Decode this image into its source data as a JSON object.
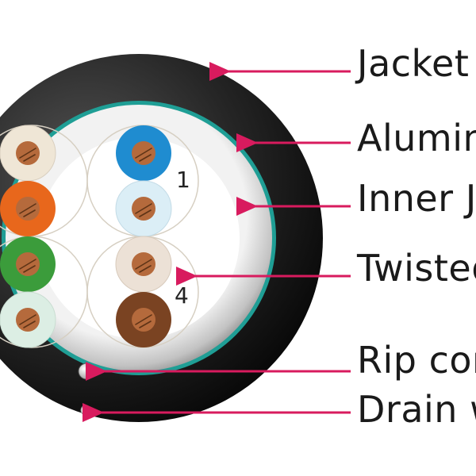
{
  "labels": {
    "jacket": "Jacket",
    "aluminum_shield": "Alumin",
    "inner_jacket": "Inner J",
    "twisted_pairs": "Twisted",
    "rip_cord": "Rip cor",
    "drain_wire": "Drain w"
  },
  "pair_numbers": {
    "pair_1": "1",
    "pair_4": "4"
  },
  "colors": {
    "outer_jacket": "#0d0d0d",
    "aluminum_shield": "#1f9e95",
    "inner_jacket": "#8a8a8a",
    "pointer_arrows": "#d81b5e",
    "conductor_copper": "#b56a3c",
    "insulation_white_tan": "#efe6d6",
    "insulation_orange": "#e8671c",
    "insulation_green": "#3b9c3b",
    "insulation_white_green": "#dceee4",
    "insulation_blue": "#1f8cd0",
    "insulation_white_blue": "#dbeef6",
    "insulation_white_brown": "#ece1d6",
    "insulation_brown": "#7a4322"
  }
}
